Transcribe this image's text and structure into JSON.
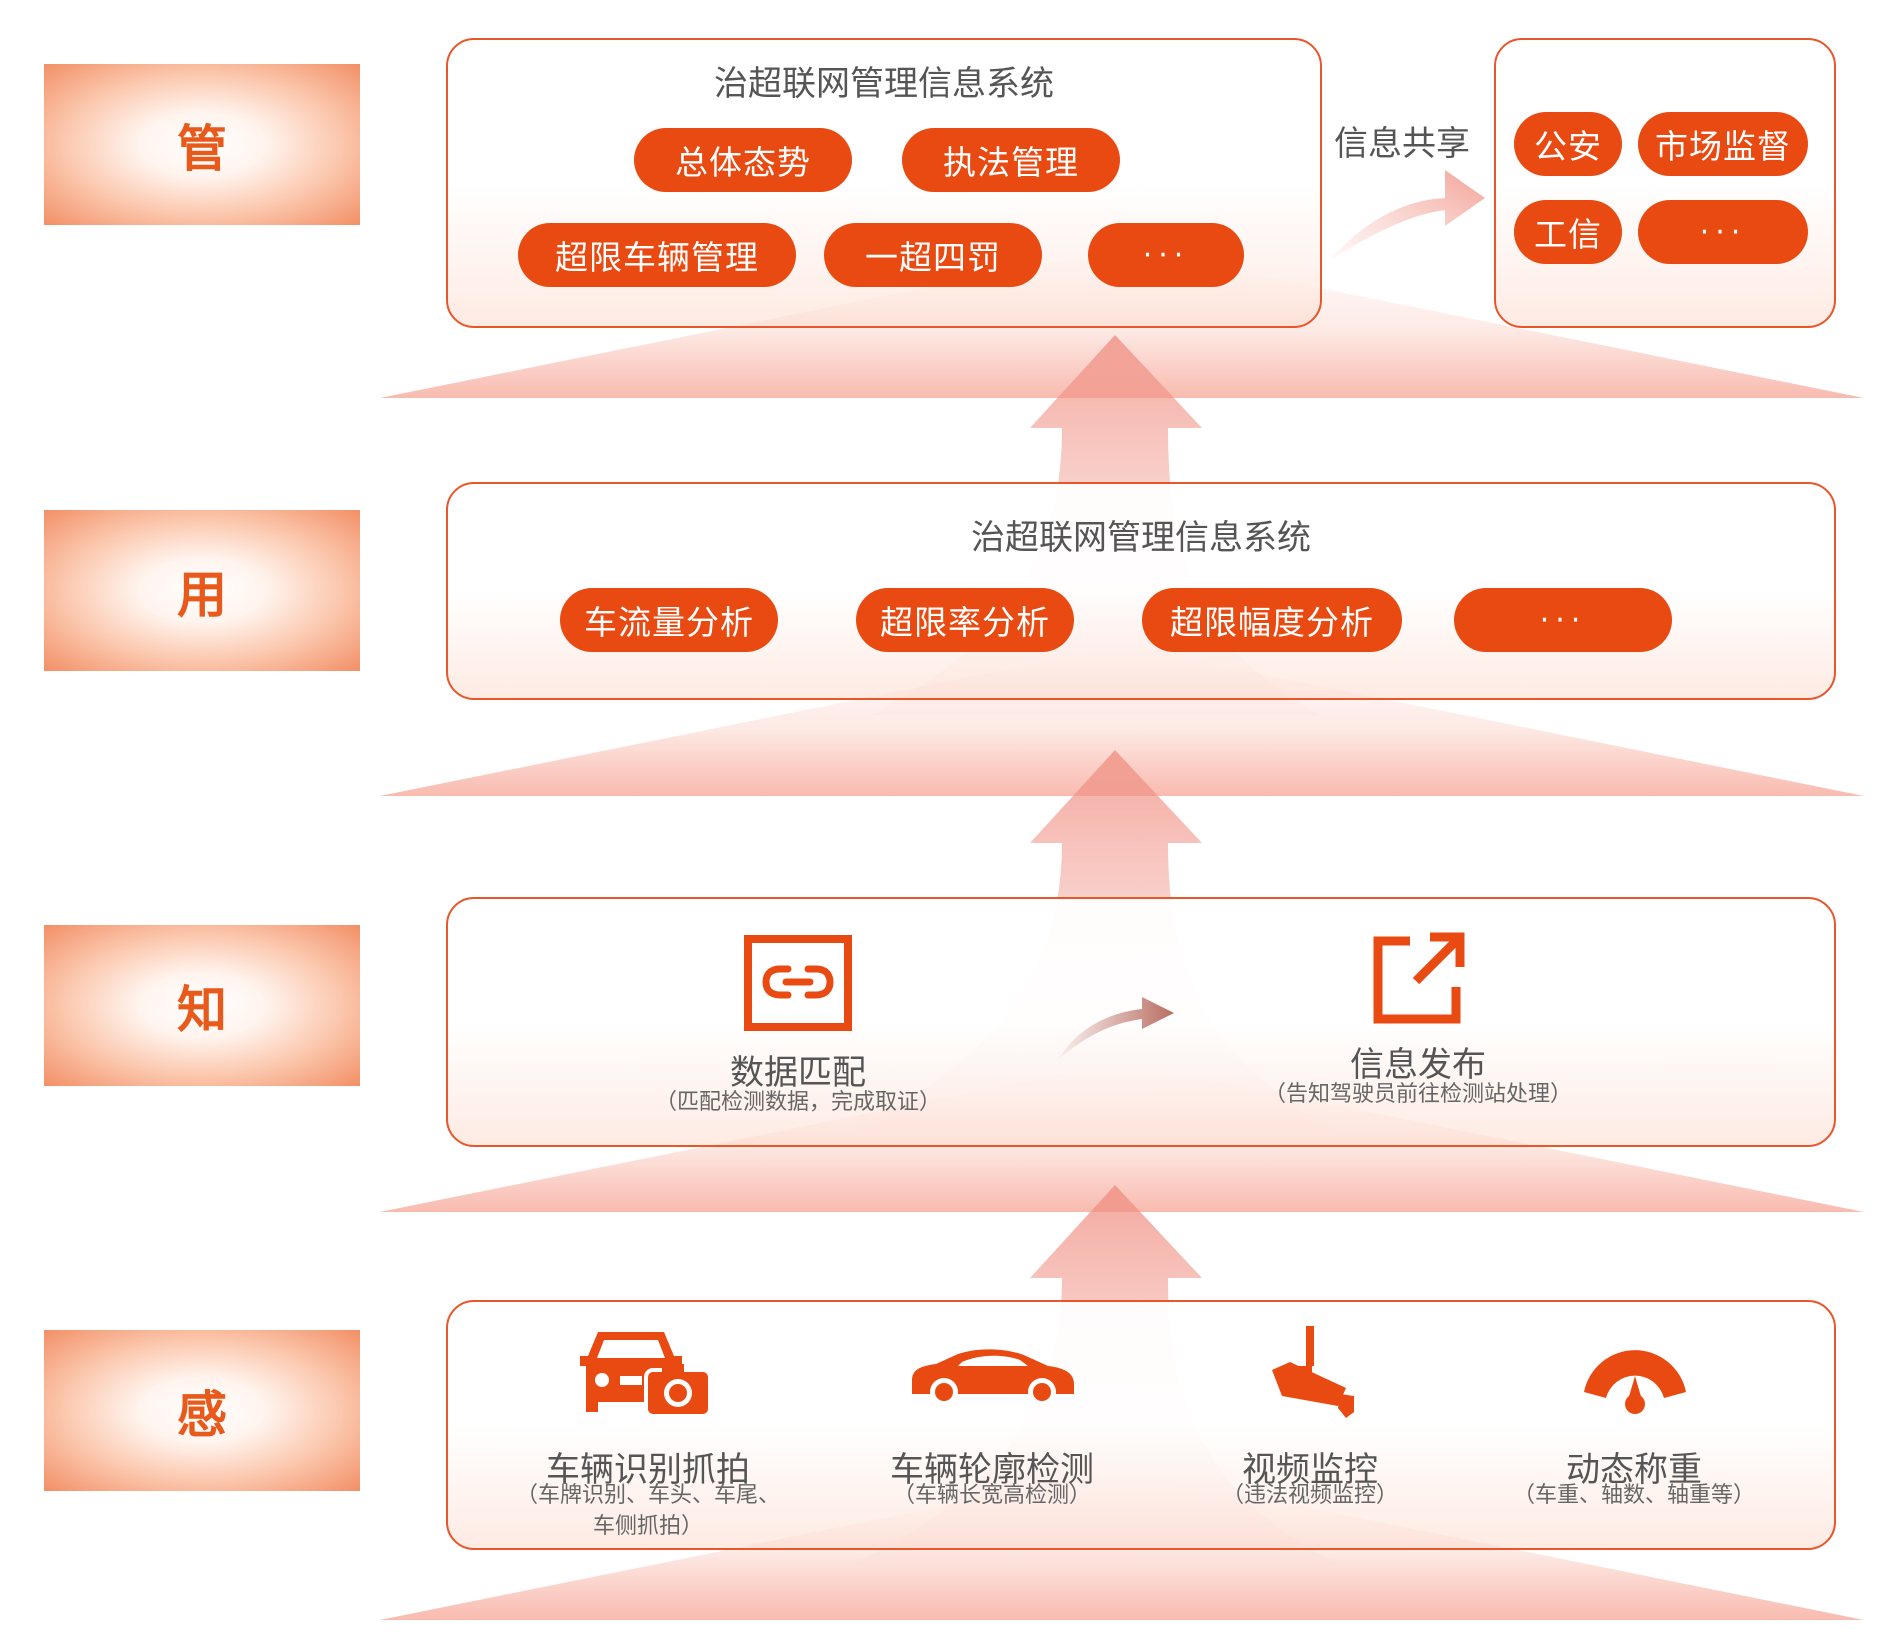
{
  "tiers": {
    "guan": "管",
    "yong": "用",
    "zhi": "知",
    "gan": "感"
  },
  "manage": {
    "title": "治超联网管理信息系统",
    "items": [
      "总体态势",
      "执法管理",
      "超限车辆管理",
      "一超四罚",
      "···"
    ],
    "share_label": "信息共享",
    "partners": [
      "公安",
      "市场监督",
      "工信",
      "···"
    ]
  },
  "use": {
    "title": "治超联网管理信息系统",
    "items": [
      "车流量分析",
      "超限率分析",
      "超限幅度分析",
      "···"
    ]
  },
  "know": {
    "items": [
      {
        "title": "数据匹配",
        "sub": "（匹配检测数据，完成取证）",
        "icon": "link-icon"
      },
      {
        "title": "信息发布",
        "sub": "（告知驾驶员前往检测站处理）",
        "icon": "share-out-icon"
      }
    ]
  },
  "sense": {
    "items": [
      {
        "title": "车辆识别抓拍",
        "sub1": "（车牌识别、车头、车尾、",
        "sub2": "车侧抓拍）",
        "icon": "car-camera-icon"
      },
      {
        "title": "车辆轮廓检测",
        "sub1": "（车辆长宽高检测）",
        "icon": "sedan-icon"
      },
      {
        "title": "视频监控",
        "sub1": "（违法视频监控）",
        "icon": "cctv-camera-icon"
      },
      {
        "title": "动态称重",
        "sub1": "（车重、轴数、轴重等）",
        "icon": "gauge-icon"
      }
    ]
  },
  "colors": {
    "accent": "#e84a12",
    "border": "#e9562a",
    "text": "#555555"
  }
}
